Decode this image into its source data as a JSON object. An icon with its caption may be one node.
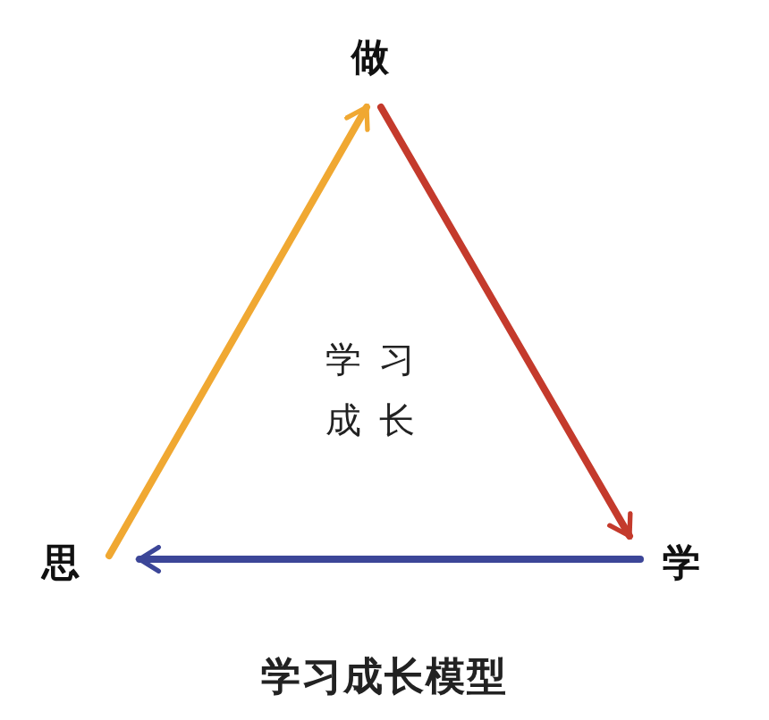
{
  "diagram": {
    "title": "学习成长模型",
    "nodes": [
      {
        "text": [
          "做"
        ]
      },
      {
        "text": [
          "学"
        ]
      },
      {
        "text": [
          "思"
        ]
      }
    ],
    "edges": [
      {
        "from": 2,
        "to": 0,
        "arrow": "to",
        "color": "#f0a832"
      },
      {
        "from": 0,
        "to": 1,
        "arrow": "to",
        "color": "#c43a2c"
      },
      {
        "from": 1,
        "to": 2,
        "arrow": "to",
        "color": "#3c4698"
      }
    ],
    "labels": [
      "学习",
      "成长"
    ]
  }
}
